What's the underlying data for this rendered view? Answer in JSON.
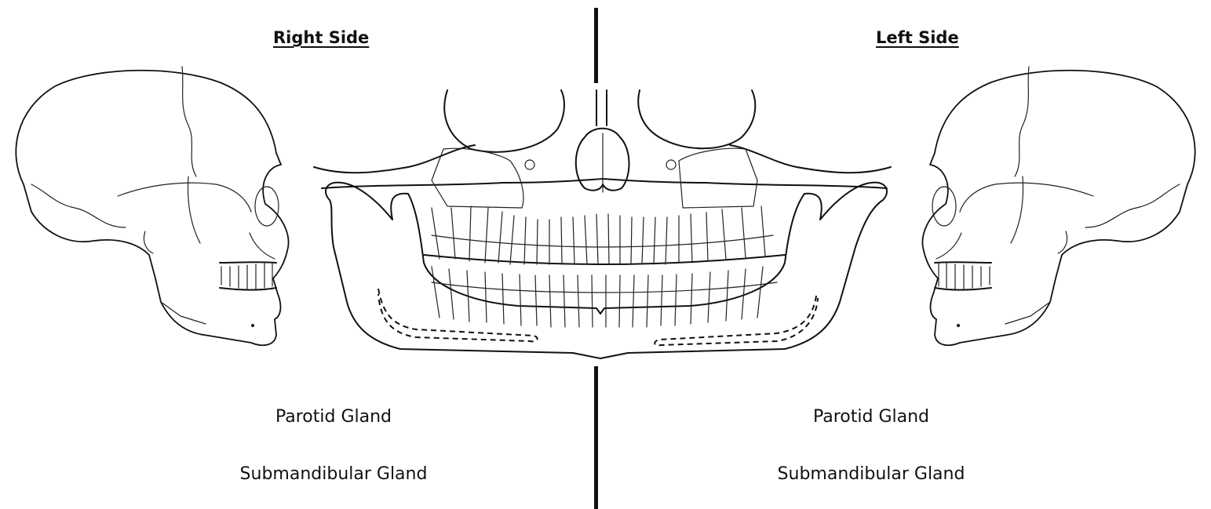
{
  "headings": {
    "right": "Right Side",
    "left": "Left Side"
  },
  "labels": {
    "right_parotid": "Parotid Gland",
    "right_submandibular": "Submandibular Gland",
    "left_parotid": "Parotid Gland",
    "left_submandibular": "Submandibular Gland"
  },
  "illustrations": {
    "skull_right": "skull-lateral-right-view",
    "panoramic": "panoramic-dental-x-ray-outline",
    "skull_left": "skull-lateral-left-view"
  },
  "colors": {
    "line": "#111111",
    "background": "#ffffff"
  }
}
